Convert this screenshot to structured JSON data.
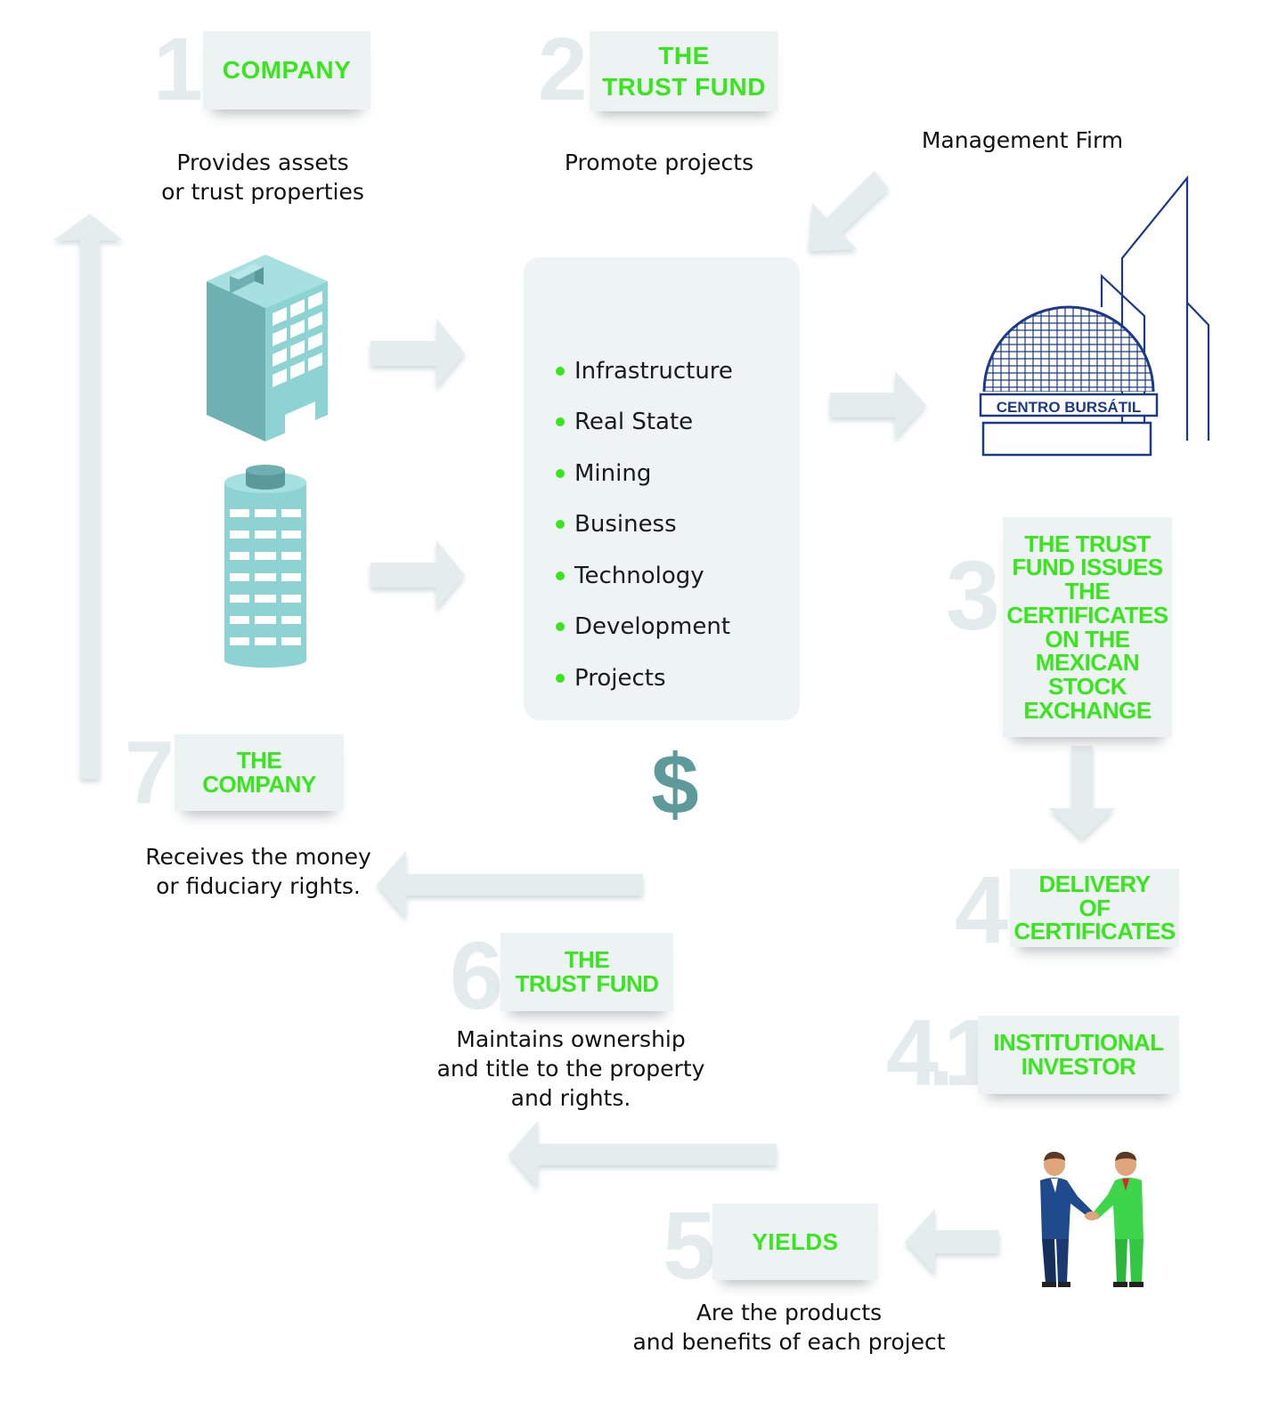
{
  "steps": {
    "s1": {
      "number": "1",
      "title": "COMPANY",
      "desc_lines": [
        "Provides assets",
        "or trust properties"
      ]
    },
    "s2": {
      "number": "2",
      "title_lines": [
        "THE",
        "TRUST FUND"
      ],
      "desc": "Promote projects"
    },
    "s3": {
      "number": "3",
      "title_lines": [
        "THE TRUST",
        "FUND ISSUES",
        "THE",
        "CERTIFICATES",
        "ON THE",
        "MEXICAN",
        "STOCK",
        "EXCHANGE"
      ]
    },
    "s4": {
      "number": "4",
      "title_lines": [
        "DELIVERY",
        "OF",
        "CERTIFICATES"
      ]
    },
    "s41": {
      "number": "4.1",
      "title_lines": [
        "INSTITUTIONAL",
        "INVESTOR"
      ]
    },
    "s5": {
      "number": "5",
      "title": "YIELDS",
      "desc_lines": [
        "Are the products",
        "and benefits of each project"
      ]
    },
    "s6": {
      "number": "6",
      "title_lines": [
        "THE",
        "TRUST FUND"
      ],
      "desc_lines": [
        "Maintains ownership",
        "and title to the property",
        "and rights."
      ]
    },
    "s7": {
      "number": "7",
      "title_lines": [
        "THE",
        "COMPANY"
      ],
      "desc_lines": [
        "Receives the money",
        "or fiduciary rights."
      ]
    }
  },
  "management_firm": "Management Firm",
  "projects": [
    "Infrastructure",
    "Real State",
    "Mining",
    "Business",
    "Technology",
    "Development",
    "Projects"
  ],
  "logo_text": "CENTRO BURSÁTIL",
  "dollar_symbol": "$",
  "icons": [
    "office-building-icon",
    "cylinder-tower-icon",
    "centro-bursatil-logo",
    "dollar-icon",
    "handshake-icon"
  ],
  "colors": {
    "accent_green": "#39e61e",
    "label_bg": "#edf2f3",
    "arrow_gray": "#e5ecee",
    "building_teal": "#8dd3d3",
    "logo_blue": "#1d3a8a"
  }
}
